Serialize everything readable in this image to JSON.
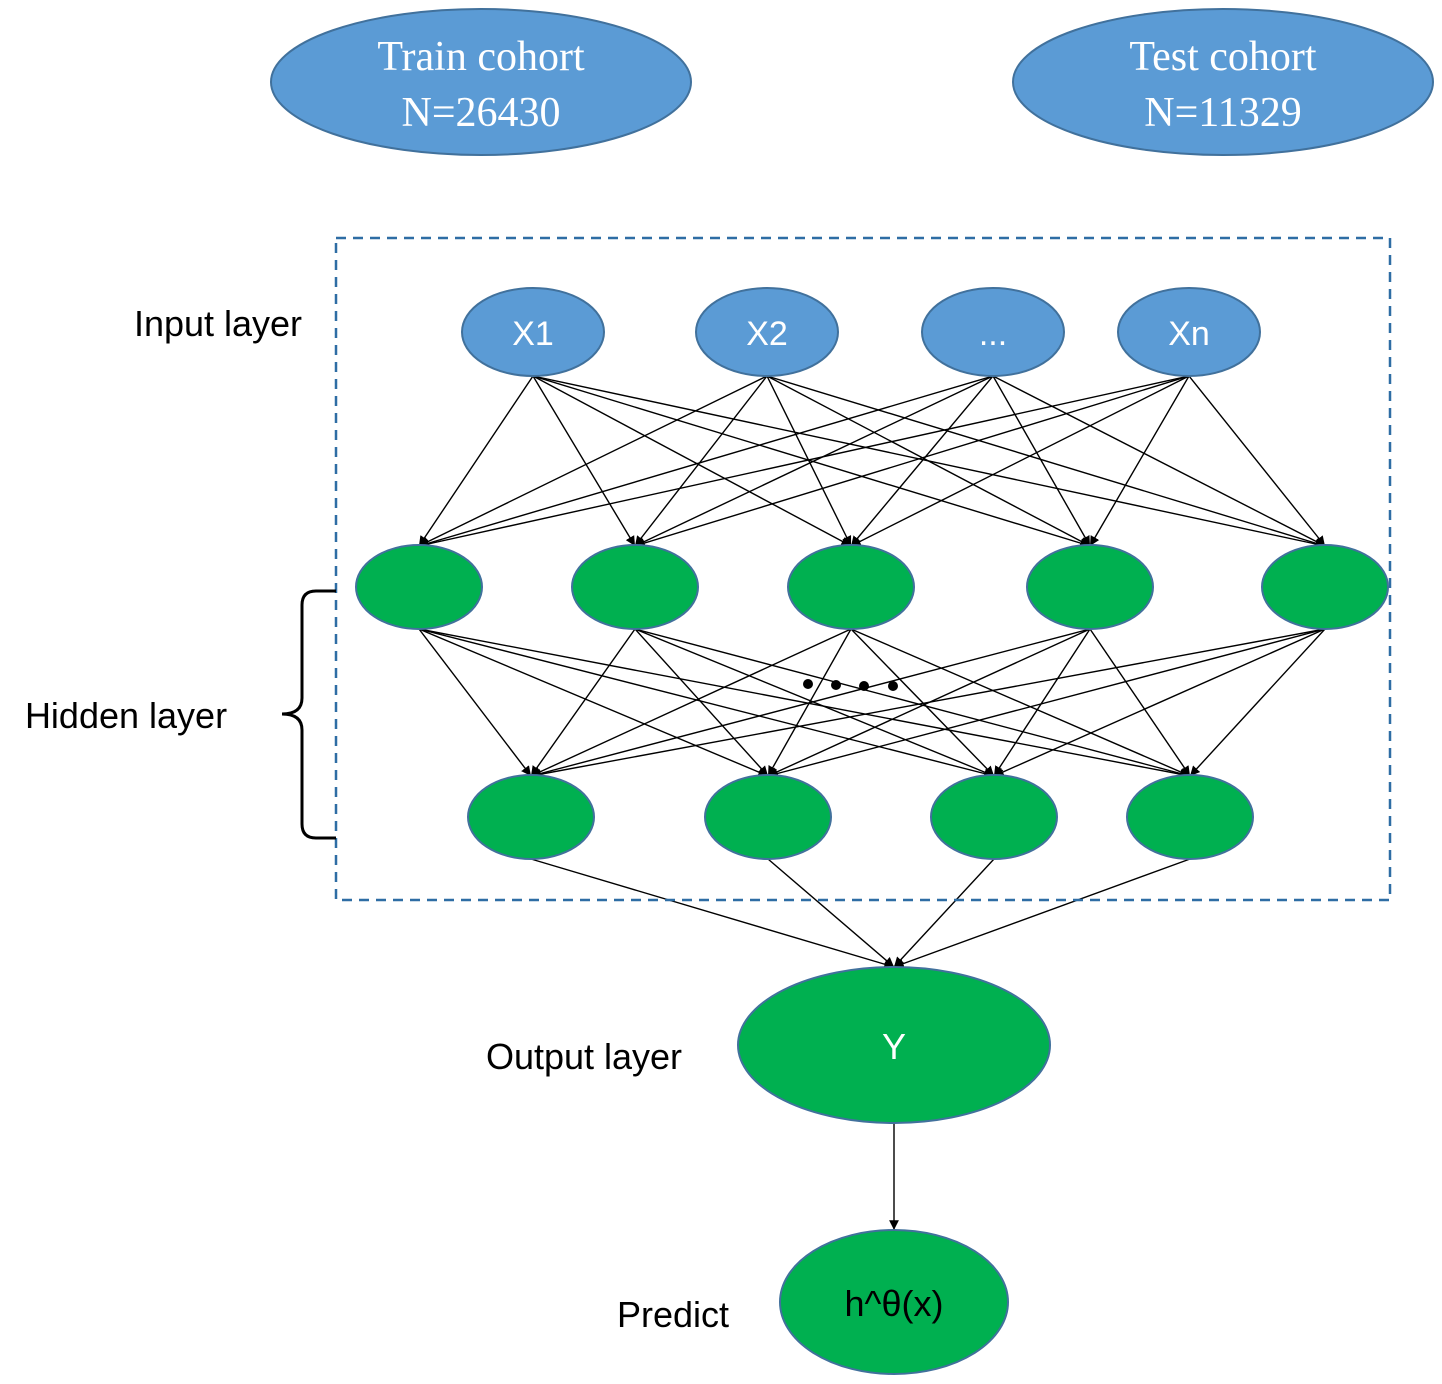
{
  "cohorts": {
    "train": {
      "title": "Train  cohort",
      "count": "N=26430"
    },
    "test": {
      "title": "Test  cohort",
      "count": "N=11329"
    }
  },
  "labels": {
    "input_layer": "Input  layer",
    "hidden_layer": "Hidden layer",
    "output_layer": "Output layer",
    "predict": "Predict"
  },
  "input_nodes": [
    "X1",
    "X2",
    "...",
    "Xn"
  ],
  "output_node": "Y",
  "predict_node": "h^θ(x)",
  "colors": {
    "input_fill": "#5b9bd5",
    "hidden_fill": "#00b050",
    "node_stroke": "#41719c",
    "dashed_box": "#2e6da4",
    "edge": "#000000"
  }
}
